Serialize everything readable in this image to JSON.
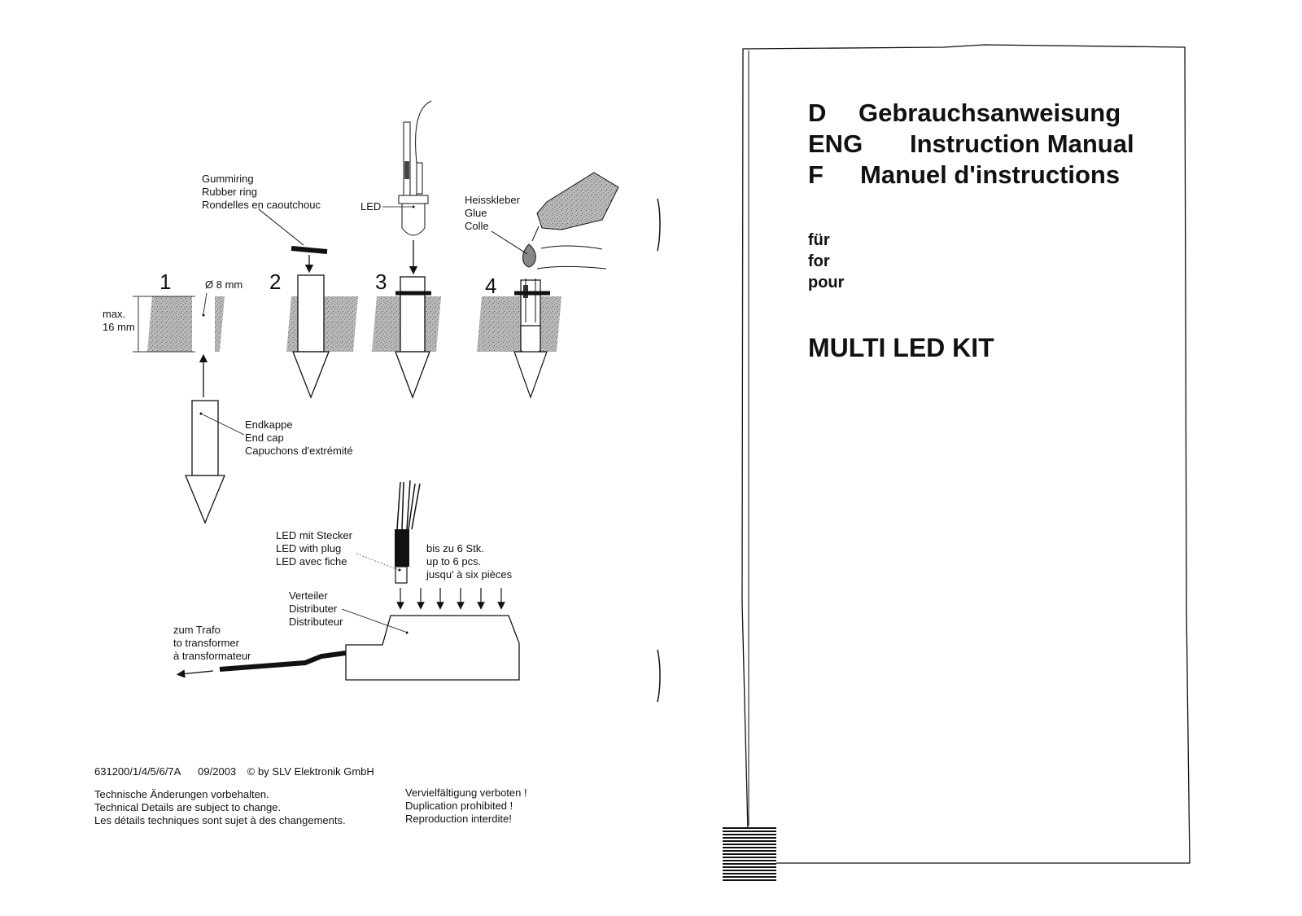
{
  "left_page": {
    "gummiring": [
      "Gummiring",
      "Rubber ring",
      "Rondelles en caoutchouc"
    ],
    "led_label": "LED",
    "heisskleber": [
      "Heisskleber",
      "Glue",
      "Colle"
    ],
    "steps": [
      "1",
      "2",
      "3",
      "4"
    ],
    "diameter": "Ø 8 mm",
    "max_height": [
      "max.",
      "16 mm"
    ],
    "endkappe": [
      "Endkappe",
      "End cap",
      "Capuchons d'extrémité"
    ],
    "led_plug": [
      "LED mit Stecker",
      "LED with plug",
      "LED avec fiche"
    ],
    "up_to": [
      "bis zu 6 Stk.",
      "up to 6 pcs.",
      "jusqu' à six pièces"
    ],
    "verteiler": [
      "Verteiler",
      "Distributer",
      "Distributeur"
    ],
    "trafo": [
      "zum Trafo",
      "to transformer",
      "à transformateur"
    ],
    "footer": {
      "code": "631200/1/4/5/6/7A",
      "date": "09/2003",
      "copyright": "© by SLV Elektronik GmbH",
      "technical": [
        "Technische Änderungen vorbehalten.",
        "Technical Details are subject to change.",
        "Les détails techniques sont sujet à des changements."
      ],
      "duplication": [
        "Vervielfältigung verboten !",
        "Duplication prohibited !",
        "Reproduction interdite!"
      ]
    }
  },
  "right_page": {
    "manuals": [
      {
        "lang": "D",
        "title": "Gebrauchsanweisung"
      },
      {
        "lang": "ENG",
        "title": "Instruction Manual"
      },
      {
        "lang": "F",
        "title": "Manuel d'instructions"
      }
    ],
    "for": [
      "für",
      "for",
      "pour"
    ],
    "product": "MULTI LED KIT"
  }
}
